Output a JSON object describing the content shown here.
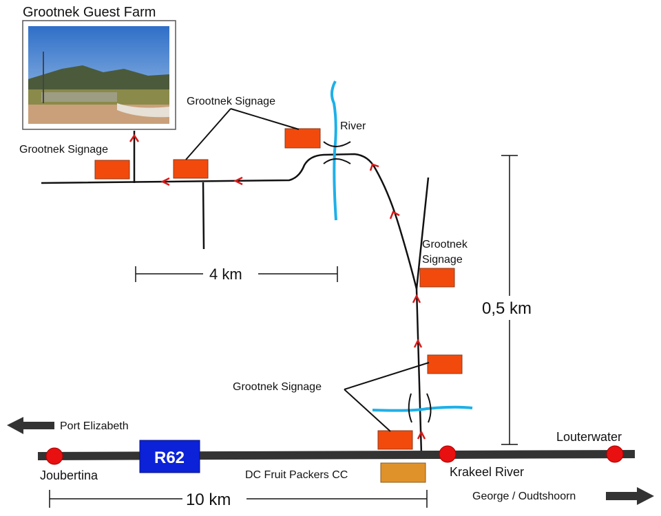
{
  "title": "Grootnek Guest Farm",
  "labels": {
    "signage_left": "Grootnek Signage",
    "signage_top": "Grootnek Signage",
    "signage_right_line1": "Grootnek",
    "signage_right_line2": "Signage",
    "signage_bottom": "Grootnek Signage",
    "river": "River",
    "scale_4km": "4 km",
    "scale_05km": "0,5 km",
    "scale_10km": "10 km",
    "route": "R62",
    "joubertina": "Joubertina",
    "krakeel_river": "Krakeel River",
    "louterwater": "Louterwater",
    "port_elizabeth": "Port Elizabeth",
    "george_oudtshoorn": "George / Oudtshoorn",
    "dc_fruit": "DC Fruit Packers CC"
  },
  "colors": {
    "sign": "#f24a0c",
    "river": "#1eb0e8",
    "road": "#333333",
    "town": "#e81010",
    "route_shield": "#0b22d8",
    "packers": "#e0922a",
    "arrow": "#d81818"
  }
}
